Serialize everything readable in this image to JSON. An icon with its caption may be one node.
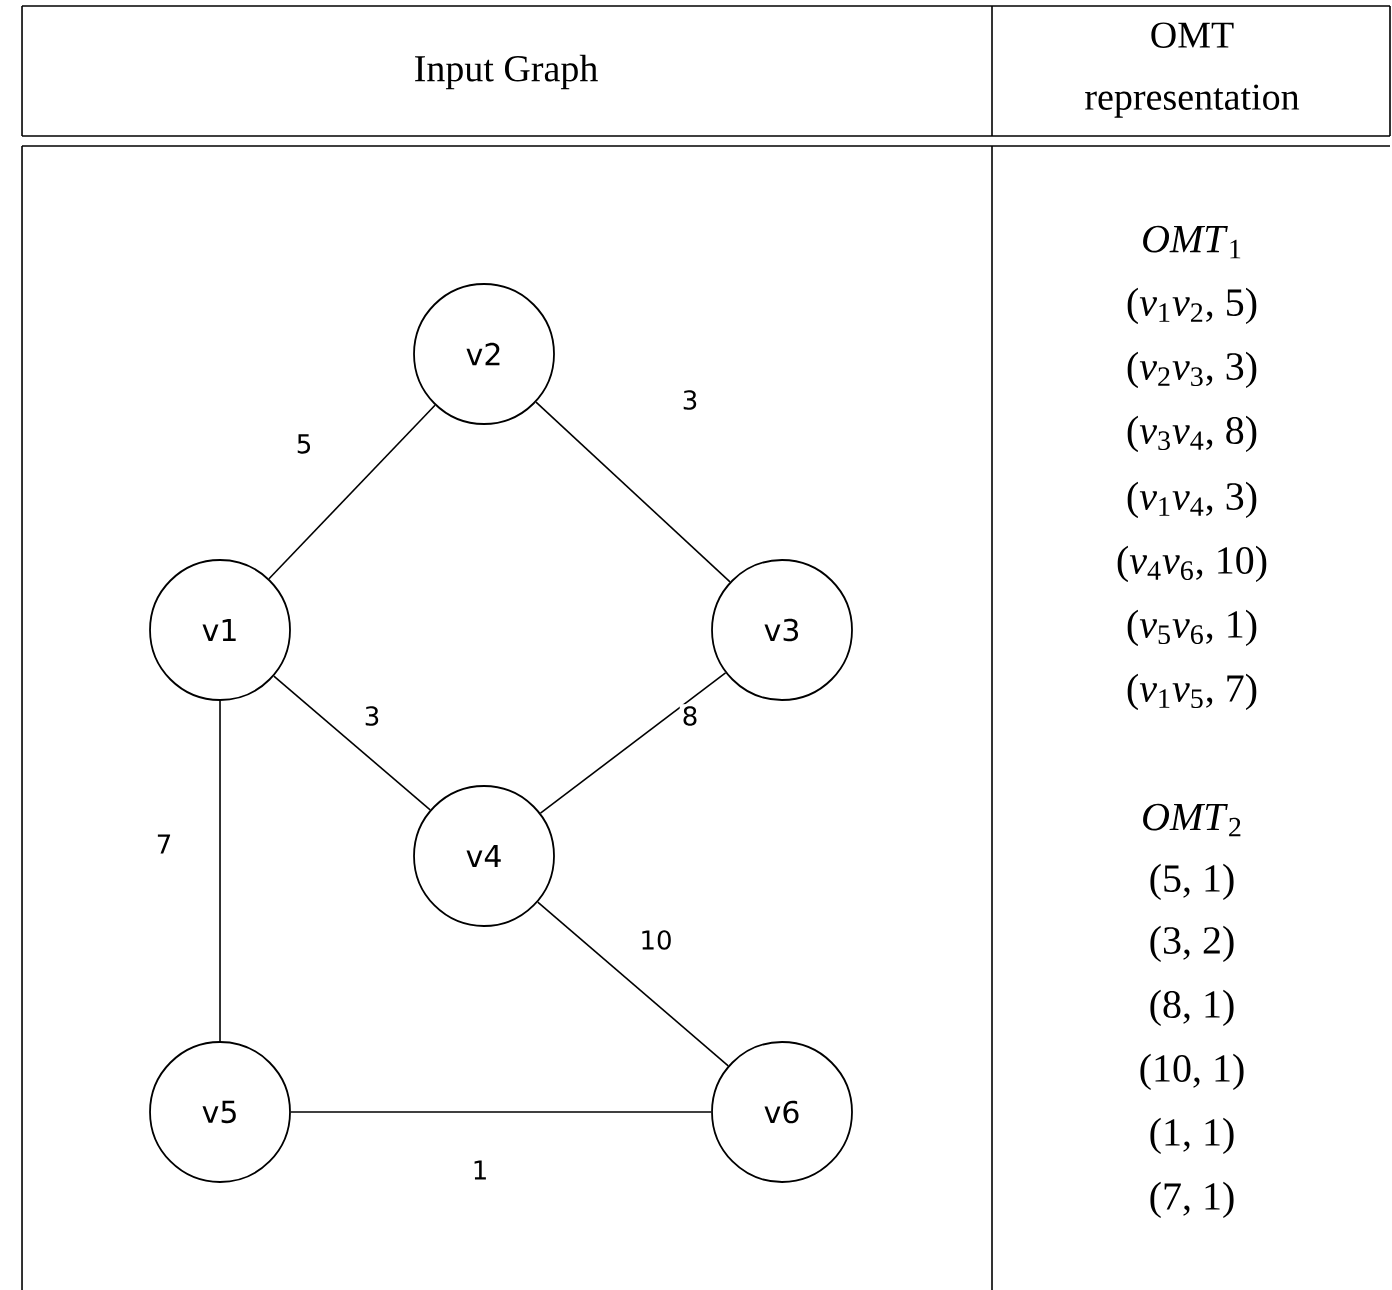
{
  "diagram": {
    "nodes": [
      {
        "text": [
          "v1"
        ]
      },
      {
        "text": [
          "v2"
        ]
      },
      {
        "text": [
          "v3"
        ]
      },
      {
        "text": [
          "v4"
        ]
      },
      {
        "text": [
          "v5"
        ]
      },
      {
        "text": [
          "v6"
        ]
      }
    ],
    "edges": [
      {
        "from": 0,
        "to": 1,
        "arrow": "none",
        "label": "5"
      },
      {
        "from": 1,
        "to": 2,
        "arrow": "none",
        "label": "3"
      },
      {
        "from": 0,
        "to": 3,
        "arrow": "none",
        "label": "3"
      },
      {
        "from": 2,
        "to": 3,
        "arrow": "none",
        "label": "8"
      },
      {
        "from": 0,
        "to": 4,
        "arrow": "none",
        "label": "7"
      },
      {
        "from": 3,
        "to": 5,
        "arrow": "none",
        "label": "10"
      },
      {
        "from": 4,
        "to": 5,
        "arrow": "none",
        "label": "1"
      }
    ],
    "labels": [
      "Input Graph",
      "OMT representation",
      "*OMT*$_{1}$",
      "(*v*$_{1}$*v*$_{2}$, 5)",
      "(*v*$_{2}$*v*$_{3}$, 3)",
      "(*v*$_{3}$*v*$_{4}$, 8)",
      "(*v*$_{1}$*v*$_{4}$, 3)",
      "(*v*$_{4}$*v*$_{6}$, 10)",
      "(*v*$_{5}$*v*$_{6}$, 1)",
      "(*v*$_{1}$*v*$_{5}$, 7)",
      "*OMT*$_{2}$",
      "(5, 1)",
      "(3, 2)",
      "(8, 1)",
      "(10, 1)",
      "(1, 1)",
      "(7, 1)"
    ]
  }
}
